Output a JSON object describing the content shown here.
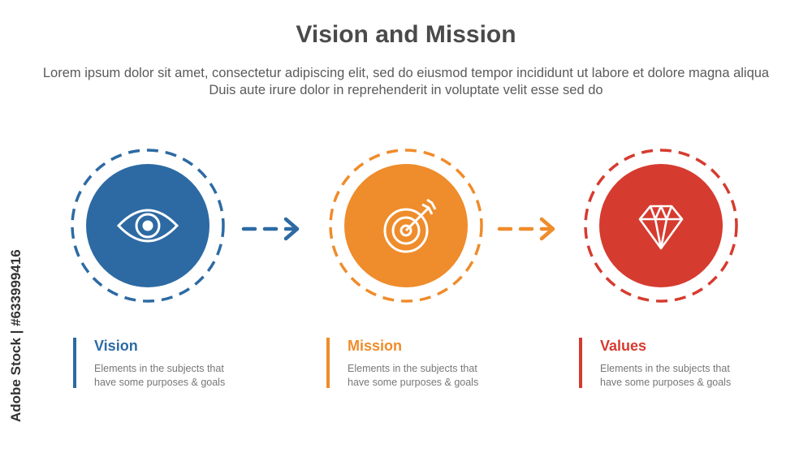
{
  "title": "Vision and Mission",
  "description": "Lorem ipsum dolor sit amet, consectetur adipiscing elit, sed do eiusmod tempor incididunt ut labore et dolore magna aliqua Duis aute irure dolor in reprehenderit in voluptate velit esse sed do",
  "stock_mark": "Adobe Stock | #633999416",
  "colors": {
    "blue": "#2d6aa3",
    "orange": "#ef8c2b",
    "red": "#d63b2f"
  },
  "steps": [
    {
      "icon": "eye-icon",
      "label": "Vision",
      "text": "Elements in the subjects that\nhave  some purposes & goals"
    },
    {
      "icon": "target-icon",
      "label": "Mission",
      "text": "Elements in the subjects that\nhave  some purposes & goals"
    },
    {
      "icon": "diamond-icon",
      "label": "Values",
      "text": "Elements in the subjects that\nhave  some purposes & goals"
    }
  ]
}
